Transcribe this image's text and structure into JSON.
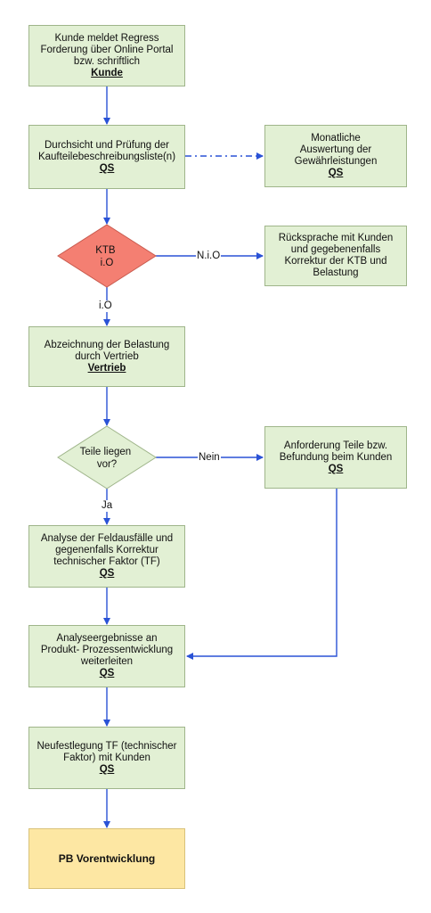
{
  "nodes": {
    "n1": {
      "text": [
        "Kunde meldet Regress",
        "Forderung über Online Portal",
        "bzw. schriftlich"
      ],
      "role": "Kunde"
    },
    "n2": {
      "text": [
        "Durchsicht und Prüfung der",
        "Kaufteilebeschreibungsliste(n)"
      ],
      "role": "QS"
    },
    "n3": {
      "text": [
        "Monatliche",
        "Auswertung der",
        "Gewährleistungen"
      ],
      "role": "QS"
    },
    "d1": {
      "text": [
        "KTB",
        "i.O"
      ]
    },
    "n4": {
      "text": [
        "Rücksprache mit Kunden",
        "und gegebenenfalls",
        "Korrektur der KTB und",
        "Belastung"
      ],
      "role": ""
    },
    "n5": {
      "text": [
        "Abzeichnung der Belastung",
        "durch Vertrieb"
      ],
      "role": "Vertrieb"
    },
    "d2": {
      "text": [
        "Teile liegen",
        "vor?"
      ]
    },
    "n6": {
      "text": [
        "Anforderung Teile bzw.",
        "Befundung beim Kunden"
      ],
      "role": "QS"
    },
    "n7": {
      "text": [
        "Analyse der Feldausfälle und",
        "gegenenfalls Korrektur",
        "technischer Faktor (TF)"
      ],
      "role": "QS"
    },
    "n8": {
      "text": [
        "Analyseergebnisse an",
        "Produkt- Prozessentwicklung",
        "weiterleiten"
      ],
      "role": "QS"
    },
    "n9": {
      "text": [
        "Neufestlegung TF (technischer",
        "Faktor) mit Kunden"
      ],
      "role": "QS"
    },
    "n10": {
      "text": "PB Vorentwicklung"
    }
  },
  "edge_labels": {
    "nio": "N.i.O",
    "io": "i.O",
    "nein": "Nein",
    "ja": "Ja"
  },
  "colors": {
    "box_fill": "#e2f0d4",
    "decision_ktb": "#f47f72",
    "decision_teile": "#e2f0d4",
    "final_fill": "#fde7a3",
    "arrow": "#2a52d6"
  }
}
